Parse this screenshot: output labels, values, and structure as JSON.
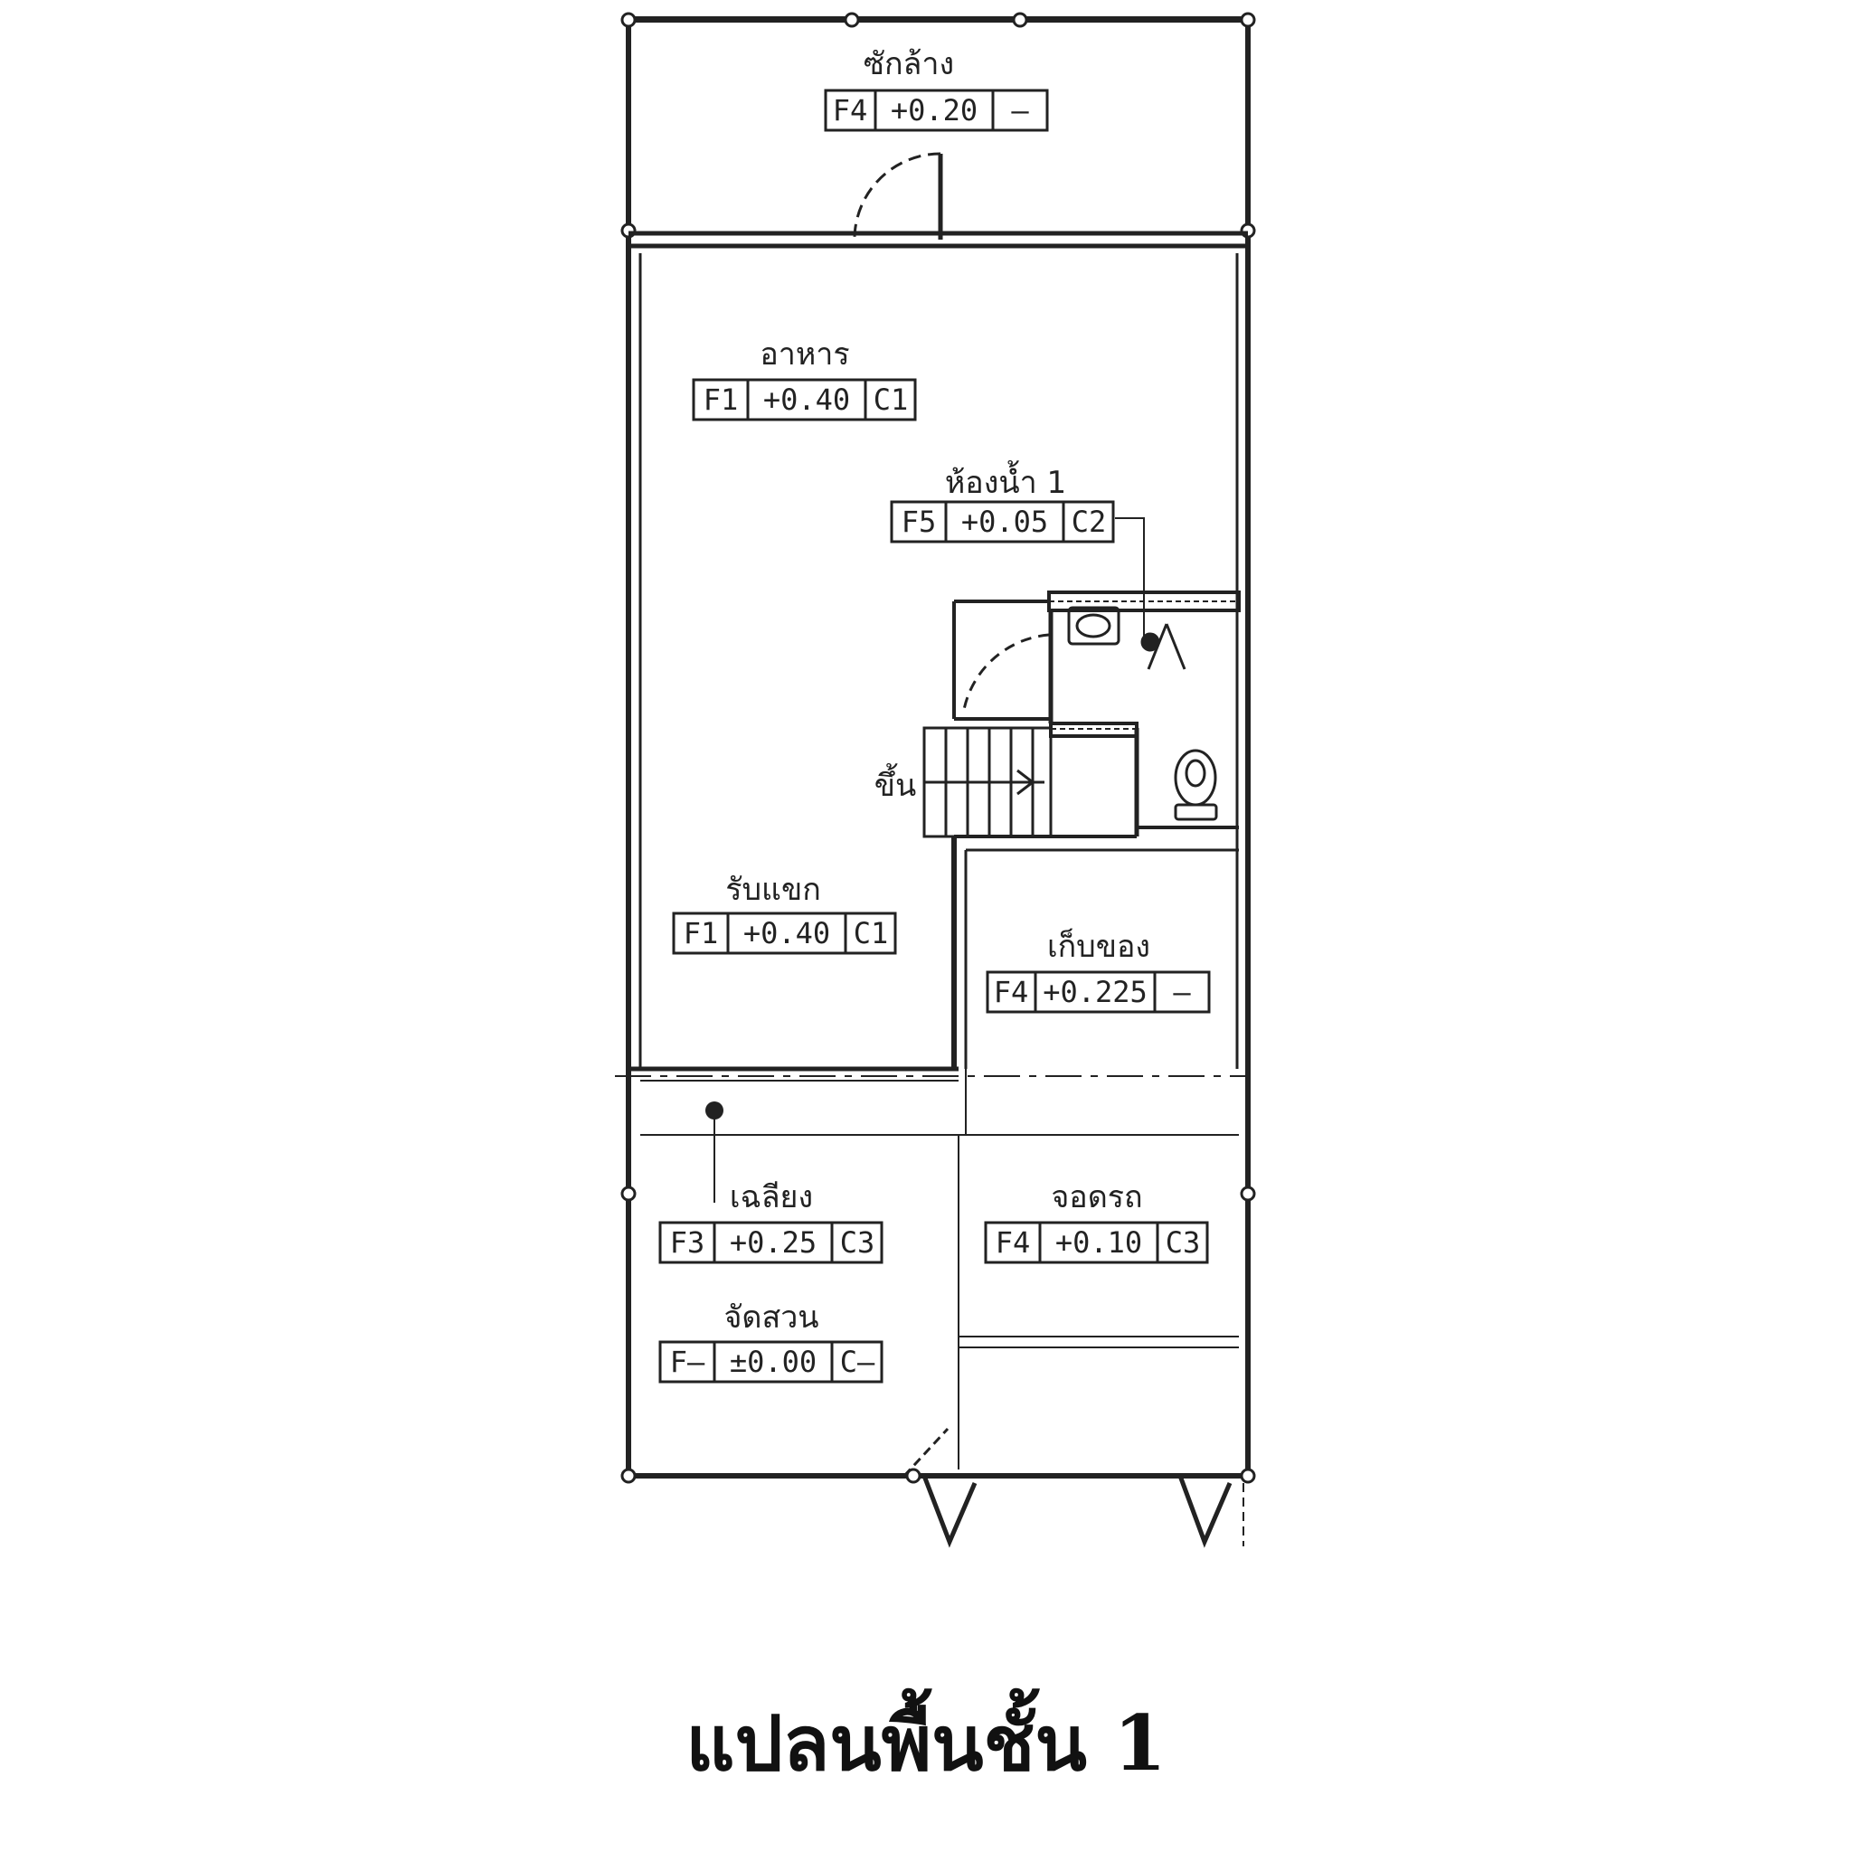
{
  "caption": "แปลนพื้นชั้น 1",
  "rooms": [
    {
      "id": "laundry",
      "name": "ซักล้าง",
      "tag": [
        "F4",
        "+0.20",
        "–"
      ]
    },
    {
      "id": "dining",
      "name": "อาหาร",
      "tag": [
        "F1",
        "+0.40",
        "C1"
      ]
    },
    {
      "id": "bath1",
      "name": "ห้องน้ำ 1",
      "tag": [
        "F5",
        "+0.05",
        "C2"
      ]
    },
    {
      "id": "living",
      "name": "รับแขก",
      "tag": [
        "F1",
        "+0.40",
        "C1"
      ]
    },
    {
      "id": "storage",
      "name": "เก็บของ",
      "tag": [
        "F4",
        "+0.225",
        "–"
      ]
    },
    {
      "id": "terrace",
      "name": "เฉลียง",
      "tag": [
        "F3",
        "+0.25",
        "C3"
      ]
    },
    {
      "id": "parking",
      "name": "จอดรถ",
      "tag": [
        "F4",
        "+0.10",
        "C3"
      ]
    },
    {
      "id": "garden",
      "name": "จัดสวน",
      "tag": [
        "F–",
        "±0.00",
        "C–"
      ]
    }
  ],
  "stair_label": "ขึ้น",
  "icons": [
    "sink-icon",
    "toilet-icon",
    "door-swing-icon",
    "stair-icon",
    "light-fixture-icon"
  ]
}
